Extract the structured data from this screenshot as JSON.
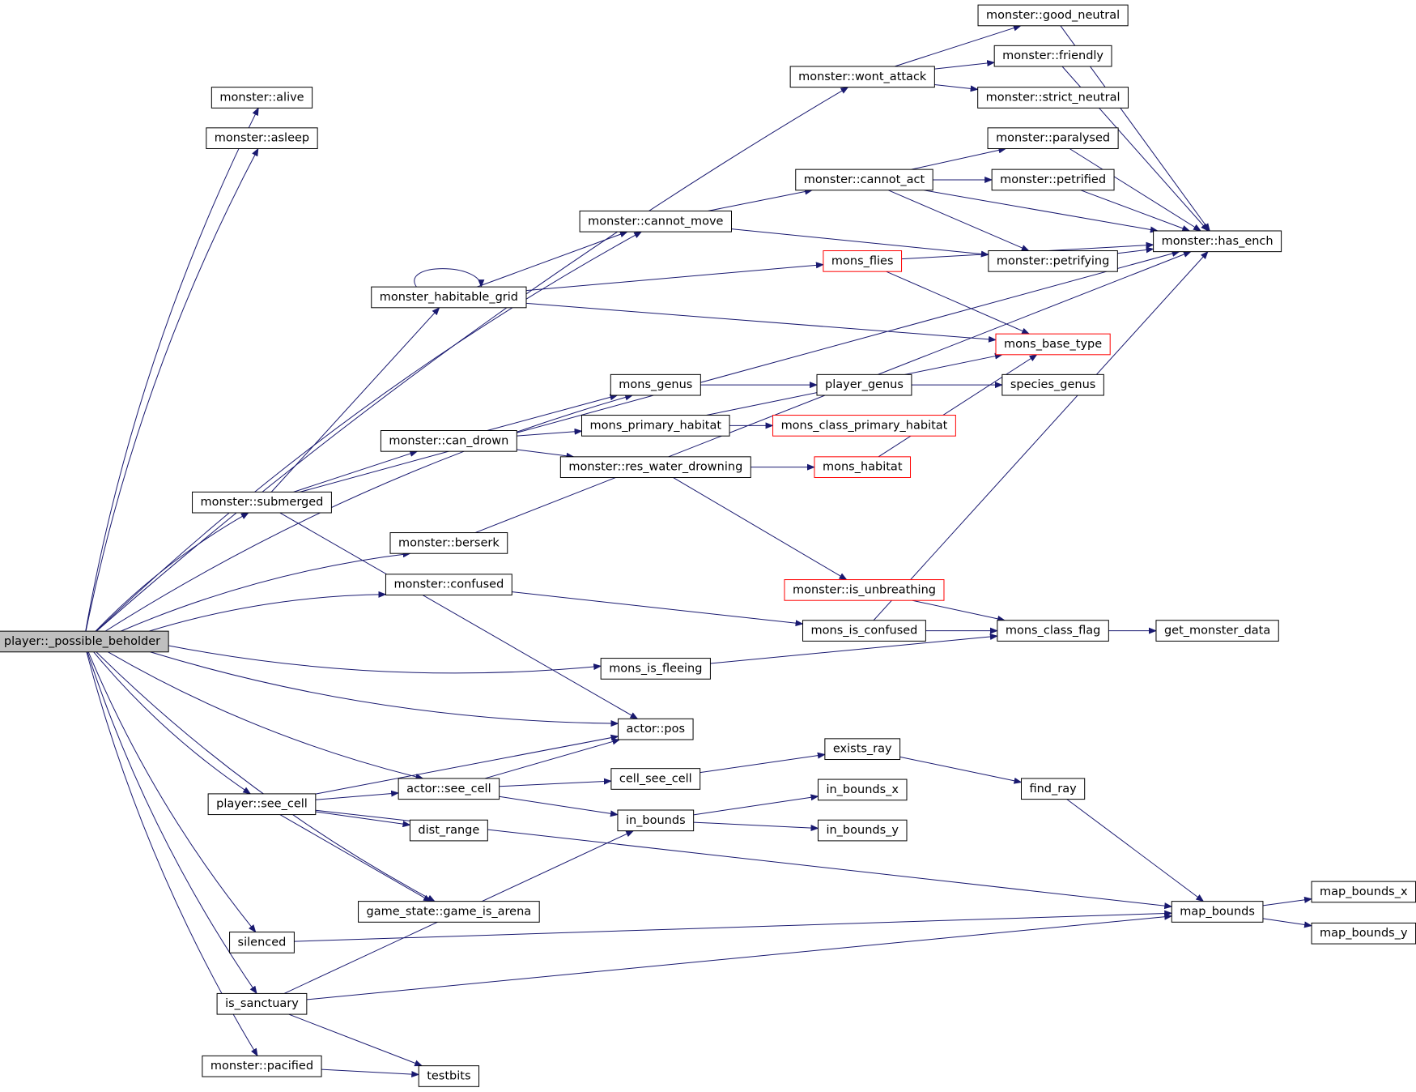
{
  "colors": {
    "edge": "#191970",
    "box_border": "#000000",
    "truncated_border": "#ff0000",
    "root_fill": "#bfbfbf",
    "box_fill": "#ffffff"
  },
  "nodes": [
    {
      "id": "root",
      "label": "player::_possible_beholder",
      "root": true
    },
    {
      "id": "alive",
      "label": "monster::alive"
    },
    {
      "id": "asleep",
      "label": "monster::asleep"
    },
    {
      "id": "wont_attack",
      "label": "monster::wont_attack"
    },
    {
      "id": "good_neutral",
      "label": "monster::good_neutral"
    },
    {
      "id": "friendly",
      "label": "monster::friendly"
    },
    {
      "id": "strict_neutral",
      "label": "monster::strict_neutral"
    },
    {
      "id": "paralysed",
      "label": "monster::paralysed"
    },
    {
      "id": "cannot_act",
      "label": "monster::cannot_act"
    },
    {
      "id": "petrified",
      "label": "monster::petrified"
    },
    {
      "id": "cannot_move",
      "label": "monster::cannot_move"
    },
    {
      "id": "has_ench",
      "label": "monster::has_ench"
    },
    {
      "id": "petrifying",
      "label": "monster::petrifying"
    },
    {
      "id": "mons_flies",
      "label": "mons_flies",
      "truncated": true
    },
    {
      "id": "habitable_grid",
      "label": "monster_habitable_grid"
    },
    {
      "id": "mons_base_type",
      "label": "mons_base_type",
      "truncated": true
    },
    {
      "id": "mons_genus",
      "label": "mons_genus"
    },
    {
      "id": "player_genus",
      "label": "player_genus"
    },
    {
      "id": "species_genus",
      "label": "species_genus"
    },
    {
      "id": "primary_habitat",
      "label": "mons_primary_habitat"
    },
    {
      "id": "class_primary_habitat",
      "label": "mons_class_primary_habitat",
      "truncated": true
    },
    {
      "id": "can_drown",
      "label": "monster::can_drown"
    },
    {
      "id": "res_water_drowning",
      "label": "monster::res_water_drowning"
    },
    {
      "id": "mons_habitat",
      "label": "mons_habitat",
      "truncated": true
    },
    {
      "id": "submerged",
      "label": "monster::submerged"
    },
    {
      "id": "berserk",
      "label": "monster::berserk"
    },
    {
      "id": "is_unbreathing",
      "label": "monster::is_unbreathing",
      "truncated": true
    },
    {
      "id": "confused",
      "label": "monster::confused"
    },
    {
      "id": "mons_is_confused",
      "label": "mons_is_confused"
    },
    {
      "id": "mons_class_flag",
      "label": "mons_class_flag"
    },
    {
      "id": "get_monster_data",
      "label": "get_monster_data"
    },
    {
      "id": "mons_is_fleeing",
      "label": "mons_is_fleeing"
    },
    {
      "id": "actor_pos",
      "label": "actor::pos"
    },
    {
      "id": "exists_ray",
      "label": "exists_ray"
    },
    {
      "id": "cell_see_cell",
      "label": "cell_see_cell"
    },
    {
      "id": "actor_see_cell",
      "label": "actor::see_cell"
    },
    {
      "id": "player_see_cell",
      "label": "player::see_cell"
    },
    {
      "id": "find_ray",
      "label": "find_ray"
    },
    {
      "id": "in_bounds_x",
      "label": "in_bounds_x"
    },
    {
      "id": "in_bounds",
      "label": "in_bounds"
    },
    {
      "id": "dist_range",
      "label": "dist_range"
    },
    {
      "id": "in_bounds_y",
      "label": "in_bounds_y"
    },
    {
      "id": "map_bounds_x",
      "label": "map_bounds_x"
    },
    {
      "id": "game_is_arena",
      "label": "game_state::game_is_arena"
    },
    {
      "id": "map_bounds",
      "label": "map_bounds"
    },
    {
      "id": "silenced",
      "label": "silenced"
    },
    {
      "id": "map_bounds_y",
      "label": "map_bounds_y"
    },
    {
      "id": "is_sanctuary",
      "label": "is_sanctuary"
    },
    {
      "id": "pacified",
      "label": "monster::pacified"
    },
    {
      "id": "testbits",
      "label": "testbits"
    }
  ],
  "edges": [
    [
      "root",
      "alive"
    ],
    [
      "root",
      "asleep"
    ],
    [
      "root",
      "wont_attack"
    ],
    [
      "root",
      "cannot_move"
    ],
    [
      "root",
      "mons_genus"
    ],
    [
      "root",
      "submerged"
    ],
    [
      "root",
      "berserk"
    ],
    [
      "root",
      "confused"
    ],
    [
      "root",
      "mons_is_fleeing"
    ],
    [
      "root",
      "actor_pos"
    ],
    [
      "root",
      "actor_see_cell"
    ],
    [
      "root",
      "player_see_cell"
    ],
    [
      "root",
      "game_is_arena"
    ],
    [
      "root",
      "silenced"
    ],
    [
      "root",
      "is_sanctuary"
    ],
    [
      "root",
      "pacified"
    ],
    [
      "wont_attack",
      "good_neutral"
    ],
    [
      "wont_attack",
      "friendly"
    ],
    [
      "wont_attack",
      "strict_neutral"
    ],
    [
      "good_neutral",
      "has_ench"
    ],
    [
      "friendly",
      "has_ench"
    ],
    [
      "cannot_act",
      "paralysed"
    ],
    [
      "cannot_act",
      "petrified"
    ],
    [
      "cannot_act",
      "has_ench"
    ],
    [
      "cannot_act",
      "petrifying"
    ],
    [
      "paralysed",
      "has_ench"
    ],
    [
      "petrified",
      "has_ench"
    ],
    [
      "petrifying",
      "has_ench"
    ],
    [
      "cannot_move",
      "cannot_act"
    ],
    [
      "cannot_move",
      "petrifying"
    ],
    [
      "habitable_grid",
      "cannot_move"
    ],
    [
      "habitable_grid",
      "habitable_grid"
    ],
    [
      "habitable_grid",
      "mons_flies"
    ],
    [
      "habitable_grid",
      "mons_base_type"
    ],
    [
      "mons_flies",
      "has_ench"
    ],
    [
      "mons_flies",
      "mons_base_type"
    ],
    [
      "mons_genus",
      "player_genus"
    ],
    [
      "player_genus",
      "species_genus"
    ],
    [
      "primary_habitat",
      "mons_base_type"
    ],
    [
      "primary_habitat",
      "class_primary_habitat"
    ],
    [
      "can_drown",
      "mons_genus"
    ],
    [
      "can_drown",
      "primary_habitat"
    ],
    [
      "can_drown",
      "res_water_drowning"
    ],
    [
      "res_water_drowning",
      "mons_habitat"
    ],
    [
      "res_water_drowning",
      "is_unbreathing"
    ],
    [
      "mons_habitat",
      "mons_base_type"
    ],
    [
      "submerged",
      "habitable_grid"
    ],
    [
      "submerged",
      "can_drown"
    ],
    [
      "submerged",
      "has_ench"
    ],
    [
      "submerged",
      "actor_pos"
    ],
    [
      "berserk",
      "has_ench"
    ],
    [
      "is_unbreathing",
      "mons_class_flag"
    ],
    [
      "confused",
      "mons_is_confused"
    ],
    [
      "mons_is_confused",
      "has_ench"
    ],
    [
      "mons_is_confused",
      "mons_class_flag"
    ],
    [
      "mons_class_flag",
      "get_monster_data"
    ],
    [
      "mons_is_fleeing",
      "mons_class_flag"
    ],
    [
      "player_see_cell",
      "actor_pos"
    ],
    [
      "player_see_cell",
      "actor_see_cell"
    ],
    [
      "player_see_cell",
      "dist_range"
    ],
    [
      "player_see_cell",
      "game_is_arena"
    ],
    [
      "player_see_cell",
      "map_bounds"
    ],
    [
      "actor_see_cell",
      "actor_pos"
    ],
    [
      "actor_see_cell",
      "cell_see_cell"
    ],
    [
      "actor_see_cell",
      "in_bounds"
    ],
    [
      "cell_see_cell",
      "exists_ray"
    ],
    [
      "exists_ray",
      "find_ray"
    ],
    [
      "find_ray",
      "map_bounds"
    ],
    [
      "in_bounds",
      "in_bounds_x"
    ],
    [
      "in_bounds",
      "in_bounds_y"
    ],
    [
      "silenced",
      "map_bounds"
    ],
    [
      "is_sanctuary",
      "in_bounds"
    ],
    [
      "is_sanctuary",
      "map_bounds"
    ],
    [
      "is_sanctuary",
      "testbits"
    ],
    [
      "pacified",
      "testbits"
    ],
    [
      "map_bounds",
      "map_bounds_x"
    ],
    [
      "map_bounds",
      "map_bounds_y"
    ]
  ]
}
